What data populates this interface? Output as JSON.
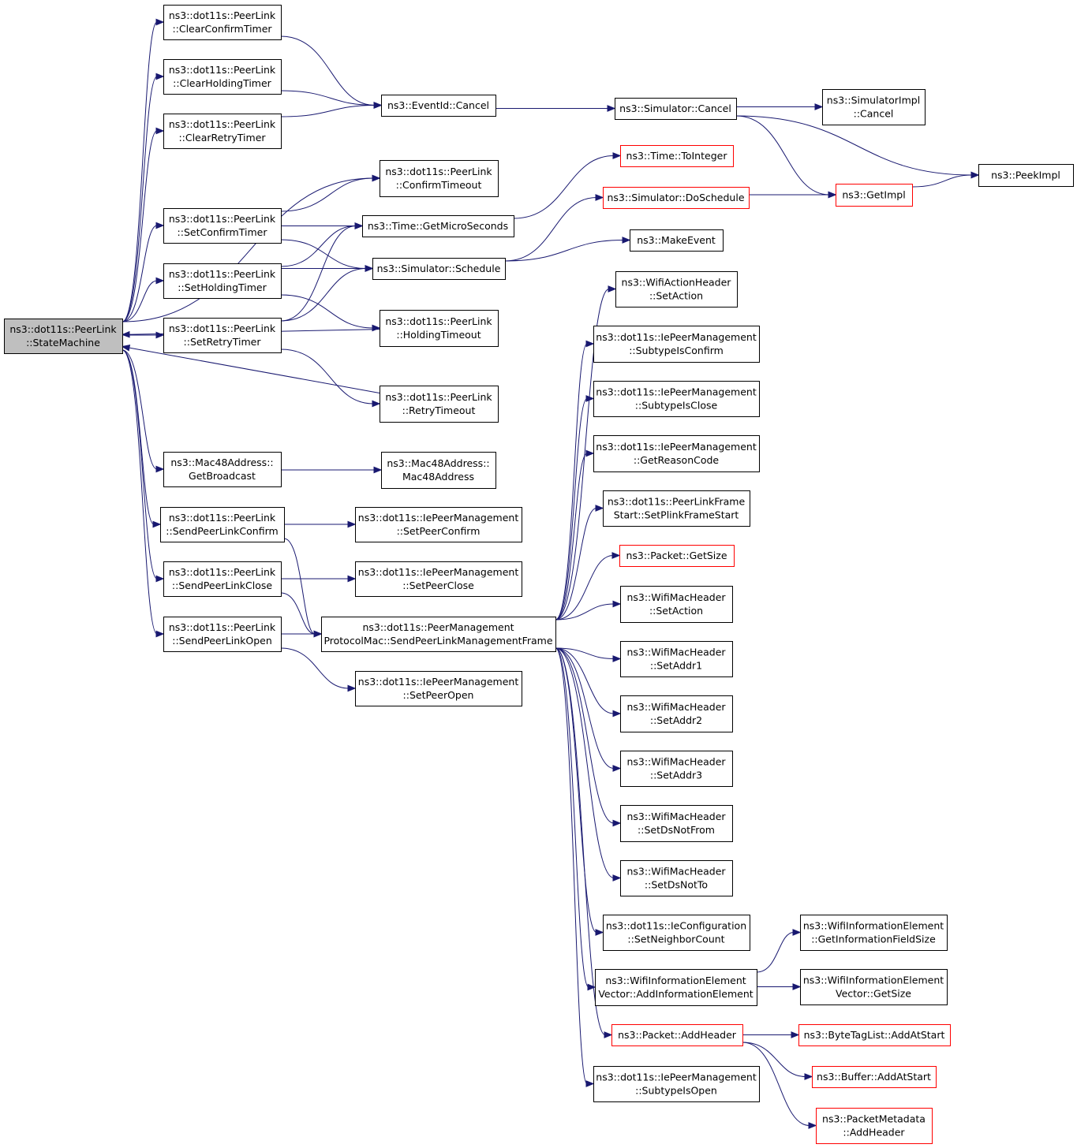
{
  "colors": {
    "edge": "#191970",
    "default_border": "#000000",
    "truncated_border": "#ff0000",
    "root_fill": "#bfbfbf"
  },
  "nodes": [
    {
      "id": "root",
      "lines": [
        "ns3::dot11s::PeerLink",
        "::StateMachine"
      ],
      "style": "root"
    },
    {
      "id": "clearConfirmTimer",
      "lines": [
        "ns3::dot11s::PeerLink",
        "::ClearConfirmTimer"
      ]
    },
    {
      "id": "clearHoldingTimer",
      "lines": [
        "ns3::dot11s::PeerLink",
        "::ClearHoldingTimer"
      ]
    },
    {
      "id": "clearRetryTimer",
      "lines": [
        "ns3::dot11s::PeerLink",
        "::ClearRetryTimer"
      ]
    },
    {
      "id": "setConfirmTimer",
      "lines": [
        "ns3::dot11s::PeerLink",
        "::SetConfirmTimer"
      ]
    },
    {
      "id": "setHoldingTimer",
      "lines": [
        "ns3::dot11s::PeerLink",
        "::SetHoldingTimer"
      ]
    },
    {
      "id": "setRetryTimer",
      "lines": [
        "ns3::dot11s::PeerLink",
        "::SetRetryTimer"
      ]
    },
    {
      "id": "getBroadcast",
      "lines": [
        "ns3::Mac48Address::",
        "GetBroadcast"
      ]
    },
    {
      "id": "sendConfirm",
      "lines": [
        "ns3::dot11s::PeerLink",
        "::SendPeerLinkConfirm"
      ]
    },
    {
      "id": "sendClose",
      "lines": [
        "ns3::dot11s::PeerLink",
        "::SendPeerLinkClose"
      ]
    },
    {
      "id": "sendOpen",
      "lines": [
        "ns3::dot11s::PeerLink",
        "::SendPeerLinkOpen"
      ]
    },
    {
      "id": "eventCancel",
      "lines": [
        "ns3::EventId::Cancel"
      ]
    },
    {
      "id": "confirmTimeout",
      "lines": [
        "ns3::dot11s::PeerLink",
        "::ConfirmTimeout"
      ]
    },
    {
      "id": "getMicro",
      "lines": [
        "ns3::Time::GetMicroSeconds"
      ]
    },
    {
      "id": "schedule",
      "lines": [
        "ns3::Simulator::Schedule"
      ]
    },
    {
      "id": "holdingTimeout",
      "lines": [
        "ns3::dot11s::PeerLink",
        "::HoldingTimeout"
      ]
    },
    {
      "id": "retryTimeout",
      "lines": [
        "ns3::dot11s::PeerLink",
        "::RetryTimeout"
      ]
    },
    {
      "id": "mac48",
      "lines": [
        "ns3::Mac48Address::",
        "Mac48Address"
      ]
    },
    {
      "id": "setPeerConfirm",
      "lines": [
        "ns3::dot11s::IePeerManagement",
        "::SetPeerConfirm"
      ]
    },
    {
      "id": "setPeerClose",
      "lines": [
        "ns3::dot11s::IePeerManagement",
        "::SetPeerClose"
      ]
    },
    {
      "id": "sendMgmt",
      "lines": [
        "ns3::dot11s::PeerManagement",
        "ProtocolMac::SendPeerLinkManagementFrame"
      ]
    },
    {
      "id": "setPeerOpen",
      "lines": [
        "ns3::dot11s::IePeerManagement",
        "::SetPeerOpen"
      ]
    },
    {
      "id": "simCancel",
      "lines": [
        "ns3::Simulator::Cancel"
      ]
    },
    {
      "id": "toInteger",
      "lines": [
        "ns3::Time::ToInteger"
      ],
      "style": "red"
    },
    {
      "id": "doSchedule",
      "lines": [
        "ns3::Simulator::DoSchedule"
      ],
      "style": "red"
    },
    {
      "id": "makeEvent",
      "lines": [
        "ns3::MakeEvent"
      ]
    },
    {
      "id": "wifiActionSet",
      "lines": [
        "ns3::WifiActionHeader",
        "::SetAction"
      ]
    },
    {
      "id": "subConfirm",
      "lines": [
        "ns3::dot11s::IePeerManagement",
        "::SubtypeIsConfirm"
      ]
    },
    {
      "id": "subClose",
      "lines": [
        "ns3::dot11s::IePeerManagement",
        "::SubtypeIsClose"
      ]
    },
    {
      "id": "reasonCode",
      "lines": [
        "ns3::dot11s::IePeerManagement",
        "::GetReasonCode"
      ]
    },
    {
      "id": "plinkStart",
      "lines": [
        "ns3::dot11s::PeerLinkFrame",
        "Start::SetPlinkFrameStart"
      ]
    },
    {
      "id": "pktGetSize",
      "lines": [
        "ns3::Packet::GetSize"
      ],
      "style": "red"
    },
    {
      "id": "macSetAction",
      "lines": [
        "ns3::WifiMacHeader",
        "::SetAction"
      ]
    },
    {
      "id": "setAddr1",
      "lines": [
        "ns3::WifiMacHeader",
        "::SetAddr1"
      ]
    },
    {
      "id": "setAddr2",
      "lines": [
        "ns3::WifiMacHeader",
        "::SetAddr2"
      ]
    },
    {
      "id": "setAddr3",
      "lines": [
        "ns3::WifiMacHeader",
        "::SetAddr3"
      ]
    },
    {
      "id": "dsNotFrom",
      "lines": [
        "ns3::WifiMacHeader",
        "::SetDsNotFrom"
      ]
    },
    {
      "id": "dsNotTo",
      "lines": [
        "ns3::WifiMacHeader",
        "::SetDsNotTo"
      ]
    },
    {
      "id": "neighborCount",
      "lines": [
        "ns3::dot11s::IeConfiguration",
        "::SetNeighborCount"
      ]
    },
    {
      "id": "addInfoElem",
      "lines": [
        "ns3::WifiInformationElement",
        "Vector::AddInformationElement"
      ]
    },
    {
      "id": "addHeader",
      "lines": [
        "ns3::Packet::AddHeader"
      ],
      "style": "red"
    },
    {
      "id": "subOpen",
      "lines": [
        "ns3::dot11s::IePeerManagement",
        "::SubtypeIsOpen"
      ]
    },
    {
      "id": "simImplCancel",
      "lines": [
        "ns3::SimulatorImpl",
        "::Cancel"
      ]
    },
    {
      "id": "getImpl",
      "lines": [
        "ns3::GetImpl"
      ],
      "style": "red"
    },
    {
      "id": "peekImpl",
      "lines": [
        "ns3::PeekImpl"
      ]
    },
    {
      "id": "infoFieldSize",
      "lines": [
        "ns3::WifiInformationElement",
        "::GetInformationFieldSize"
      ]
    },
    {
      "id": "vectorGetSize",
      "lines": [
        "ns3::WifiInformationElement",
        "Vector::GetSize"
      ]
    },
    {
      "id": "byteTagAdd",
      "lines": [
        "ns3::ByteTagList::AddAtStart"
      ],
      "style": "red"
    },
    {
      "id": "bufferAdd",
      "lines": [
        "ns3::Buffer::AddAtStart"
      ],
      "style": "red"
    },
    {
      "id": "metaAddHeader",
      "lines": [
        "ns3::PacketMetadata",
        "::AddHeader"
      ],
      "style": "red"
    }
  ],
  "edges": [
    [
      "root",
      "clearConfirmTimer"
    ],
    [
      "root",
      "clearHoldingTimer"
    ],
    [
      "root",
      "clearRetryTimer"
    ],
    [
      "root",
      "confirmTimeout"
    ],
    [
      "root",
      "setConfirmTimer"
    ],
    [
      "root",
      "setHoldingTimer"
    ],
    [
      "root",
      "setRetryTimer"
    ],
    [
      "root",
      "getBroadcast"
    ],
    [
      "root",
      "sendConfirm"
    ],
    [
      "root",
      "sendClose"
    ],
    [
      "root",
      "sendOpen"
    ],
    [
      "holdingTimeout",
      "root"
    ],
    [
      "retryTimeout",
      "root"
    ],
    [
      "clearConfirmTimer",
      "eventCancel"
    ],
    [
      "clearHoldingTimer",
      "eventCancel"
    ],
    [
      "clearRetryTimer",
      "eventCancel"
    ],
    [
      "setConfirmTimer",
      "confirmTimeout"
    ],
    [
      "setConfirmTimer",
      "getMicro"
    ],
    [
      "setConfirmTimer",
      "schedule"
    ],
    [
      "setHoldingTimer",
      "getMicro"
    ],
    [
      "setHoldingTimer",
      "schedule"
    ],
    [
      "setHoldingTimer",
      "holdingTimeout"
    ],
    [
      "setRetryTimer",
      "getMicro"
    ],
    [
      "setRetryTimer",
      "schedule"
    ],
    [
      "setRetryTimer",
      "retryTimeout"
    ],
    [
      "getBroadcast",
      "mac48"
    ],
    [
      "sendConfirm",
      "setPeerConfirm"
    ],
    [
      "sendConfirm",
      "sendMgmt"
    ],
    [
      "sendClose",
      "setPeerClose"
    ],
    [
      "sendClose",
      "sendMgmt"
    ],
    [
      "sendOpen",
      "sendMgmt"
    ],
    [
      "sendOpen",
      "setPeerOpen"
    ],
    [
      "eventCancel",
      "simCancel"
    ],
    [
      "getMicro",
      "toInteger"
    ],
    [
      "schedule",
      "doSchedule"
    ],
    [
      "schedule",
      "makeEvent"
    ],
    [
      "simCancel",
      "simImplCancel"
    ],
    [
      "simCancel",
      "getImpl"
    ],
    [
      "simCancel",
      "peekImpl"
    ],
    [
      "doSchedule",
      "getImpl"
    ],
    [
      "getImpl",
      "peekImpl"
    ],
    [
      "sendMgmt",
      "wifiActionSet"
    ],
    [
      "sendMgmt",
      "subConfirm"
    ],
    [
      "sendMgmt",
      "subClose"
    ],
    [
      "sendMgmt",
      "reasonCode"
    ],
    [
      "sendMgmt",
      "plinkStart"
    ],
    [
      "sendMgmt",
      "pktGetSize"
    ],
    [
      "sendMgmt",
      "macSetAction"
    ],
    [
      "sendMgmt",
      "setAddr1"
    ],
    [
      "sendMgmt",
      "setAddr2"
    ],
    [
      "sendMgmt",
      "setAddr3"
    ],
    [
      "sendMgmt",
      "dsNotFrom"
    ],
    [
      "sendMgmt",
      "dsNotTo"
    ],
    [
      "sendMgmt",
      "neighborCount"
    ],
    [
      "sendMgmt",
      "addInfoElem"
    ],
    [
      "sendMgmt",
      "addHeader"
    ],
    [
      "sendMgmt",
      "subOpen"
    ],
    [
      "addInfoElem",
      "infoFieldSize"
    ],
    [
      "addInfoElem",
      "vectorGetSize"
    ],
    [
      "addHeader",
      "byteTagAdd"
    ],
    [
      "addHeader",
      "bufferAdd"
    ],
    [
      "addHeader",
      "metaAddHeader"
    ]
  ]
}
